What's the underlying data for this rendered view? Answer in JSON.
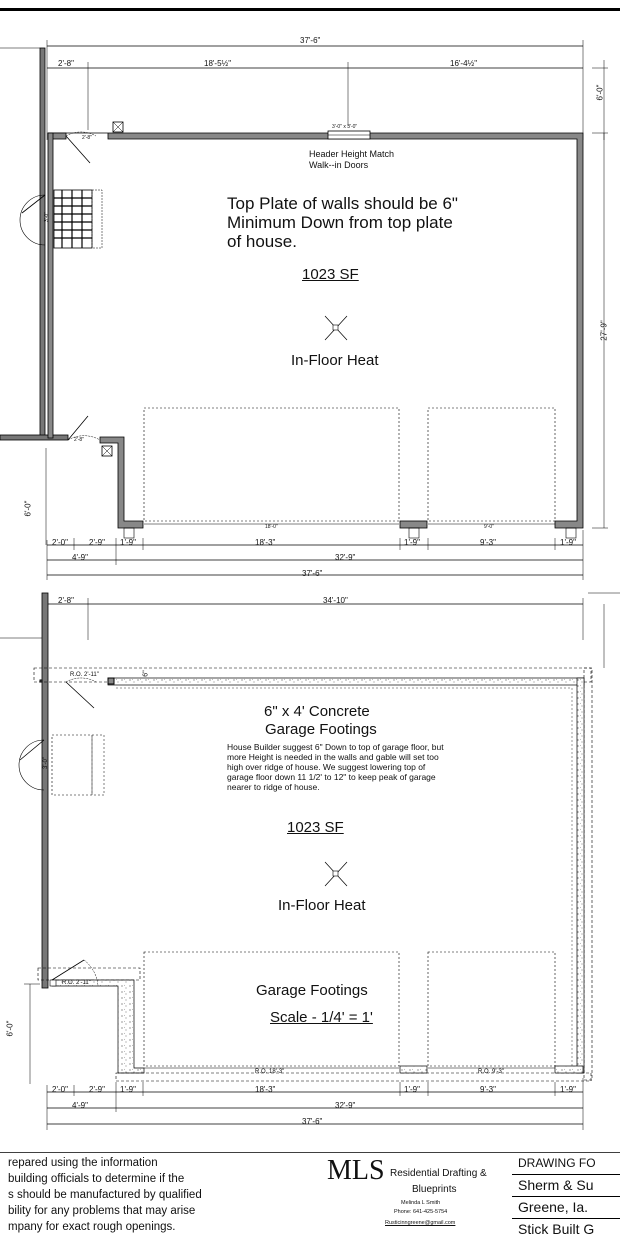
{
  "upper_plan": {
    "dims_top": {
      "overall": "37'-6\"",
      "left": "2'-8\"",
      "middle": "18'-5½\"",
      "right": "16'-4½\"",
      "right_side": "6'-0\""
    },
    "window_label": "3'-0\" x 3'-0\"",
    "door_label_top": "2'-8\"",
    "door_label_stair": "3'-0\"",
    "door_label_lower": "2'-8\"",
    "right_dim": "27'-9\"",
    "left_dim": "6'-0\"",
    "header_note_line1": "Header Height Match",
    "header_note_line2": "Walk--in Doors",
    "top_plate_note": [
      "Top Plate of walls should be 6\"",
      "Minimum  Down from top plate",
      "of house."
    ],
    "area": "1023 SF",
    "heat_label": "In-Floor Heat",
    "door_width_1": "18'-0\"",
    "door_width_2": "9'-0\"",
    "dims_bottom": {
      "a": "2'-0\"",
      "b": "2'-9\"",
      "c": "1'-9\"",
      "d": "18'-3\"",
      "e": "1'-9\"",
      "f": "9'-3\"",
      "g": "1'-9\"",
      "h": "4'-9\"",
      "i": "32'-9\"",
      "j": "37'-6\""
    }
  },
  "lower_plan": {
    "dims_top": {
      "left": "2'-8\"",
      "right": "34'-10\""
    },
    "ro_top": "R.O. 2'-11\"",
    "footing_depth": "6\"",
    "door_label": "3'-0\"",
    "footing_title_line1": "6\" x 4' Concrete",
    "footing_title_line2": "Garage Footings",
    "builder_note": "House Builder suggest 6\" Down to top of garage floor, but more Height is needed in the walls and gable will set too high over ridge of house.  We suggest lowering top of garage floor down 11 1/2' to 12\"  to keep peak of garage nearer to ridge of house.",
    "area": "1023 SF",
    "heat_label": "In-Floor Heat",
    "garage_footings_label": "Garage  Footings",
    "scale_label": "Scale - 1/4' = 1'",
    "ro_bottom_left": "R.O. 2'-11\"",
    "left_dim": "6'-0\"",
    "ro_door_1": "R.O. 18'-3\"",
    "ro_door_2": "R.O. 9'-3\"",
    "dims_bottom": {
      "a": "2'-0\"",
      "b": "2'-9\"",
      "c": "1'-9\"",
      "d": "18'-3\"",
      "e": "1'-9\"",
      "f": "9'-3\"",
      "g": "1'-9\"",
      "h": "4'-9\"",
      "i": "32'-9\"",
      "j": "37'-6\""
    }
  },
  "title_block": {
    "disclaimer": [
      "repared using the information",
      "building officials to determine if the",
      "s should be manufactured by qualified",
      "bility for any problems that may arise",
      "mpany for exact rough openings."
    ],
    "logo": "MLS",
    "company_line1": "Residential Drafting &",
    "company_line2": "Blueprints",
    "contact_name": "Melinda L Smith",
    "contact_phone": "Phone:  641-425-5754",
    "contact_email": "Rusticinngreene@gmail.com",
    "cells": [
      "DRAWING FO",
      "Sherm & Su",
      "Greene, Ia.",
      "Stick Built G"
    ]
  }
}
